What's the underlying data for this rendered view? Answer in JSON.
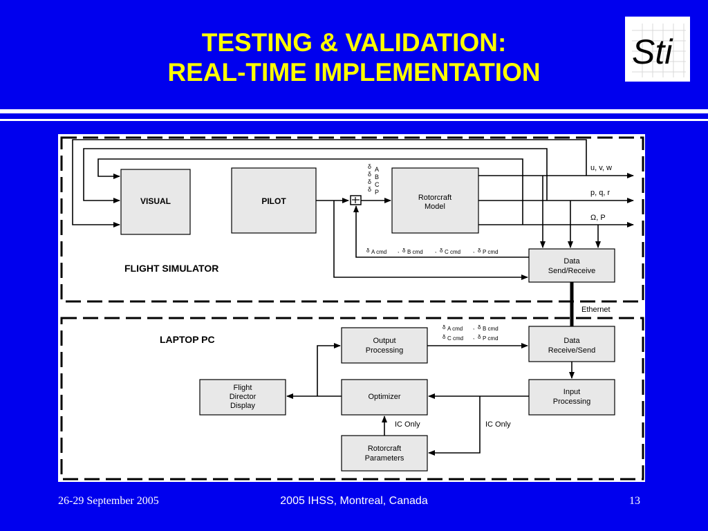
{
  "slide": {
    "title_line1": "TESTING & VALIDATION:",
    "title_line2": "REAL-TIME IMPLEMENTATION",
    "logo_text": "Sti"
  },
  "diagram": {
    "sections": {
      "flight_simulator": "FLIGHT SIMULATOR",
      "laptop_pc": "LAPTOP PC",
      "ethernet": "Ethernet"
    },
    "blocks": {
      "visual": "VISUAL",
      "pilot": "PILOT",
      "rotorcraft_model": [
        "Rotorcraft",
        "Model"
      ],
      "data_send_receive": [
        "Data",
        "Send/Receive"
      ],
      "output_processing": [
        "Output",
        "Processing"
      ],
      "data_receive_send": [
        "Data",
        "Receive/Send"
      ],
      "flight_director_display": [
        "Flight",
        "Director",
        "Display"
      ],
      "optimizer": "Optimizer",
      "input_processing": [
        "Input",
        "Processing"
      ],
      "rotorcraft_parameters": [
        "Rotorcraft",
        "Parameters"
      ]
    },
    "outputs": [
      "u, v, w",
      "p, q, r",
      "Ω, P"
    ],
    "pilot_inputs": [
      "A",
      "B",
      "C",
      "P"
    ],
    "command_labels": {
      "sim": [
        "A cmd",
        "B cmd",
        "C cmd",
        "P cmd"
      ],
      "laptop_row1": [
        "A cmd",
        "B cmd"
      ],
      "laptop_row2": [
        "C cmd",
        "P cmd"
      ],
      "delta_symbol": "δ"
    },
    "ic_only": [
      "IC Only",
      "IC Only"
    ]
  },
  "footer": {
    "date": "26-29 September 2005",
    "conference": "2005 IHSS, Montreal, Canada",
    "page": "13"
  },
  "colors": {
    "background": "#0000ee",
    "title": "#ffff00",
    "rule": "#ffffff"
  }
}
